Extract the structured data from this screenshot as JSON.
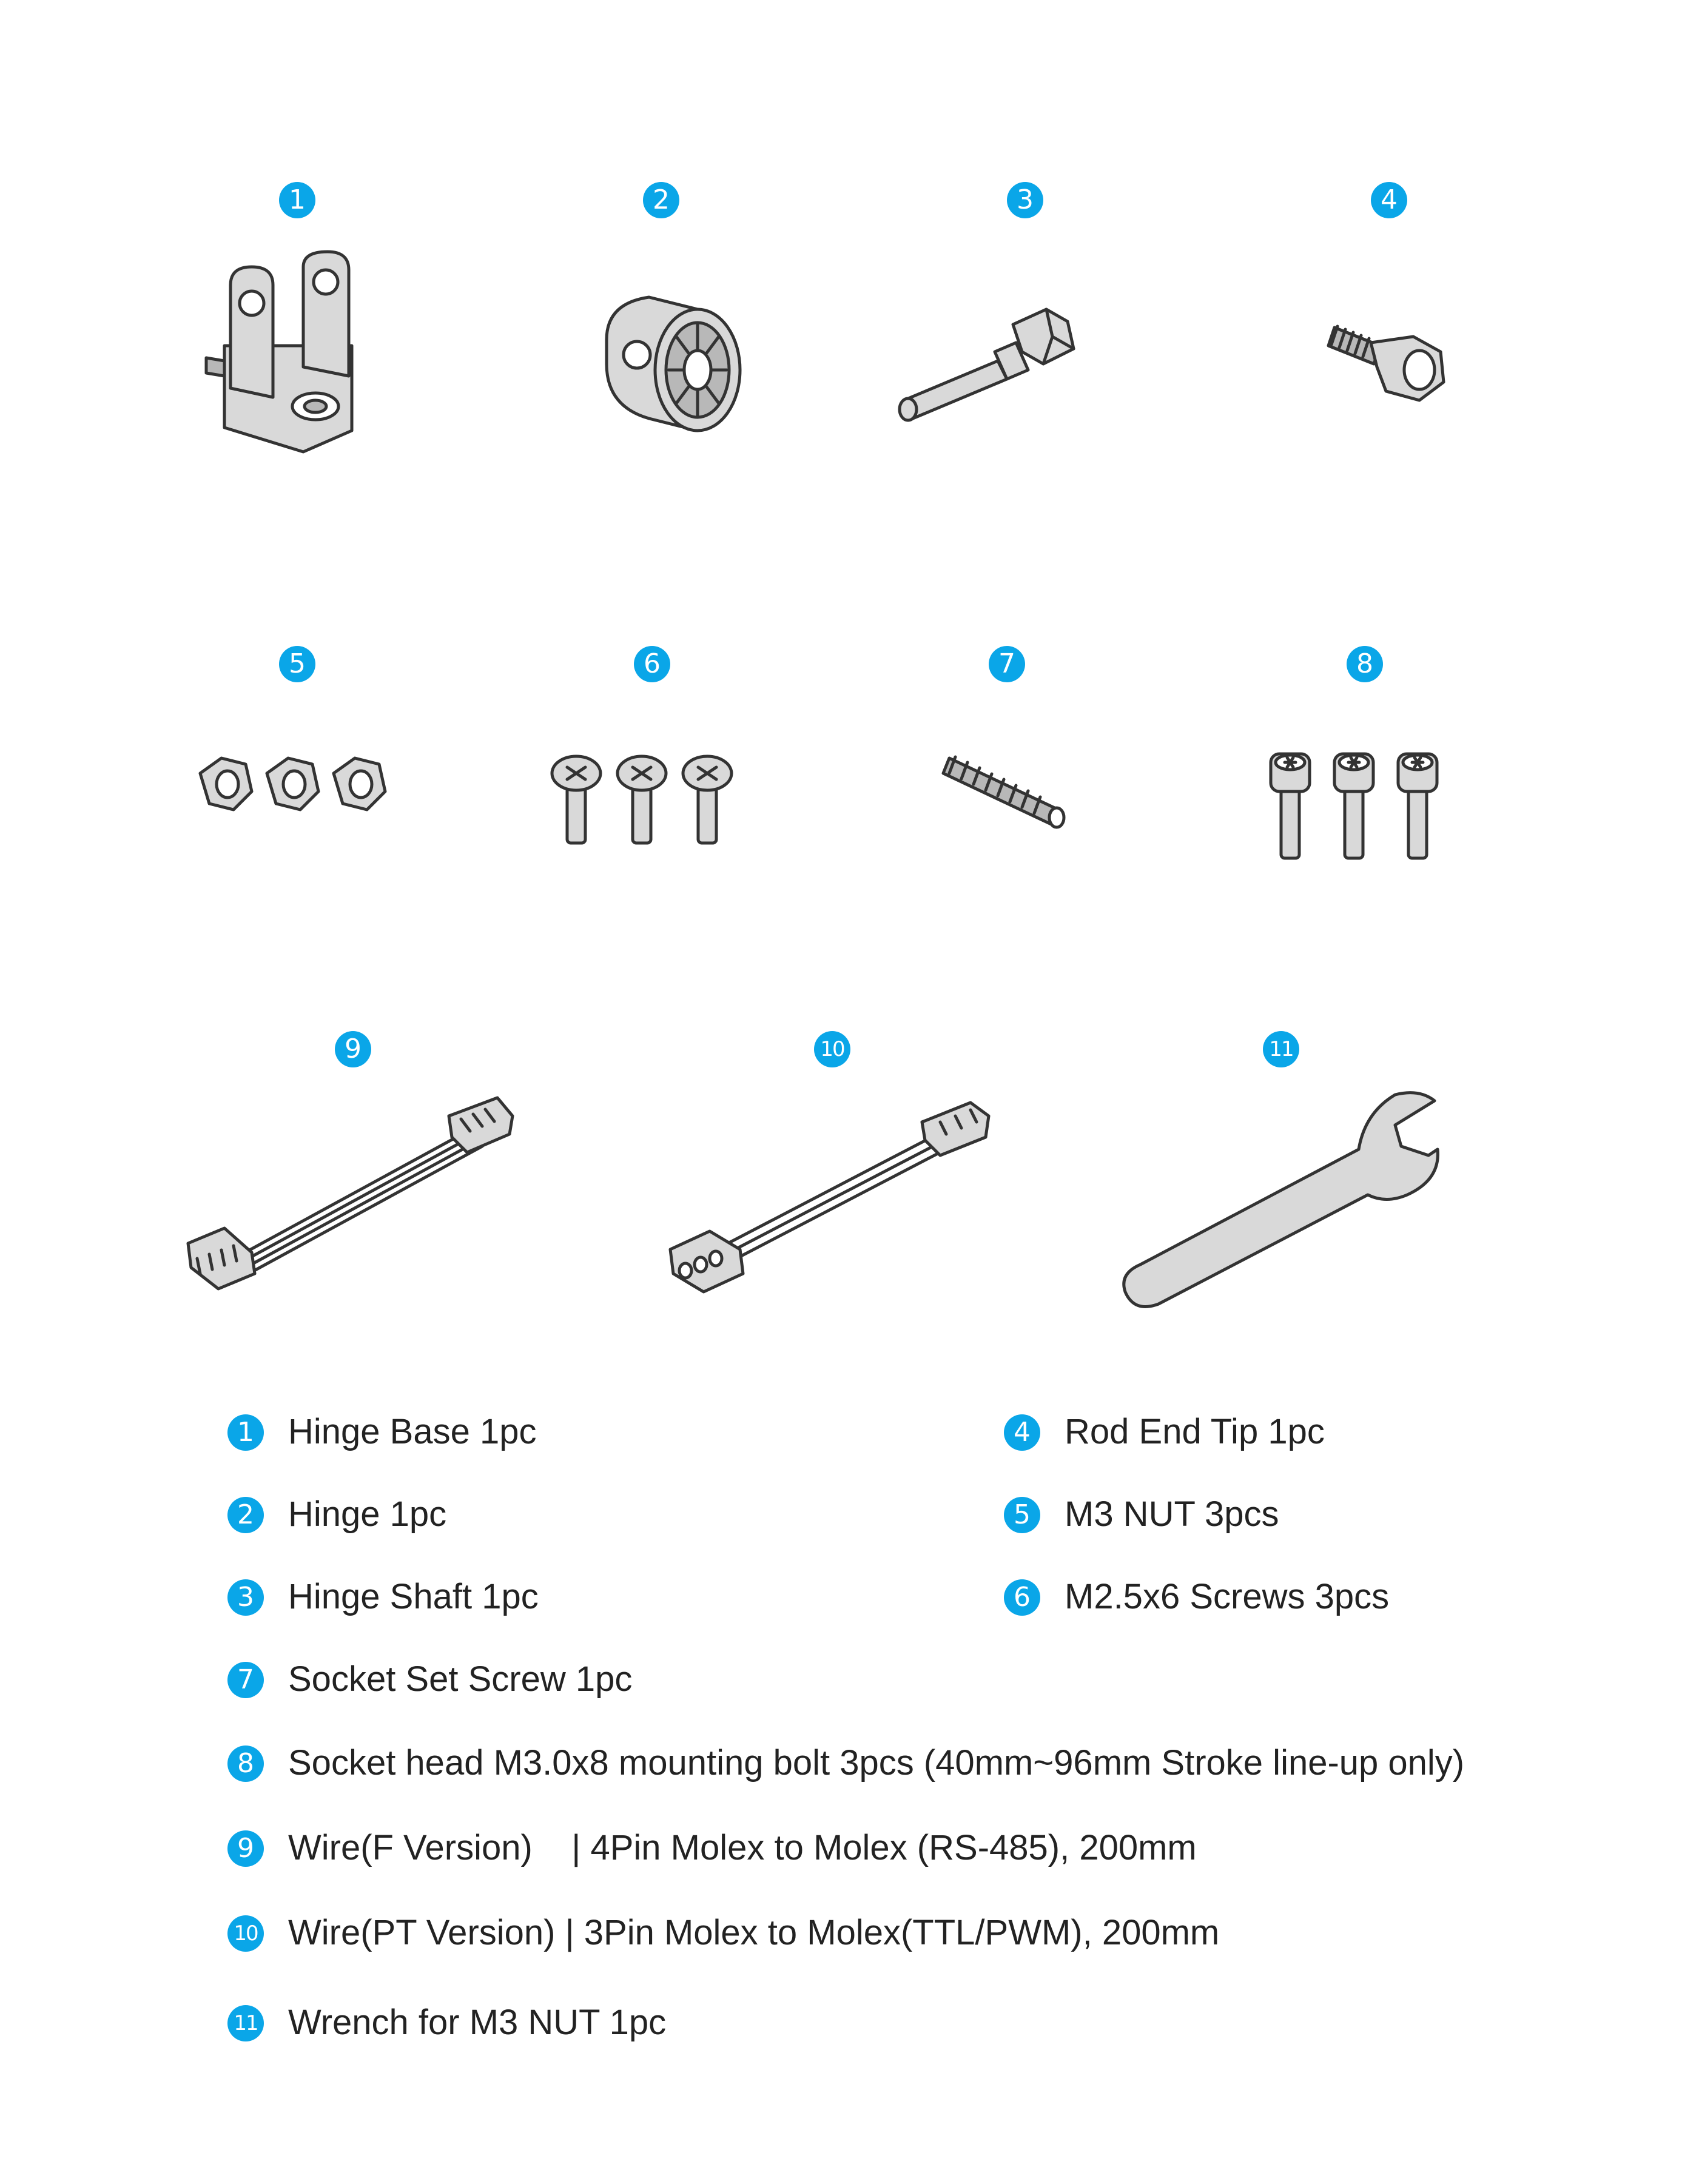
{
  "parts": [
    {
      "num": "1",
      "icon": "hinge-base-icon"
    },
    {
      "num": "2",
      "icon": "hinge-icon"
    },
    {
      "num": "3",
      "icon": "hinge-shaft-icon"
    },
    {
      "num": "4",
      "icon": "rod-end-tip-icon"
    },
    {
      "num": "5",
      "icon": "nut-icon"
    },
    {
      "num": "6",
      "icon": "phillips-screw-icon"
    },
    {
      "num": "7",
      "icon": "set-screw-icon"
    },
    {
      "num": "8",
      "icon": "socket-head-bolt-icon"
    },
    {
      "num": "9",
      "icon": "wire-4pin-icon"
    },
    {
      "num": "10",
      "icon": "wire-3pin-icon"
    },
    {
      "num": "11",
      "icon": "wrench-icon"
    }
  ],
  "legend": [
    {
      "num": "1",
      "text": "Hinge Base 1pc"
    },
    {
      "num": "2",
      "text": "Hinge 1pc"
    },
    {
      "num": "3",
      "text": "Hinge Shaft 1pc"
    },
    {
      "num": "4",
      "text": "Rod End Tip 1pc"
    },
    {
      "num": "5",
      "text": "M3 NUT 3pcs"
    },
    {
      "num": "6",
      "text": "M2.5x6 Screws 3pcs"
    },
    {
      "num": "7",
      "text": "Socket Set Screw 1pc"
    },
    {
      "num": "8",
      "text": "Socket head M3.0x8 mounting bolt 3pcs (40mm~96mm Stroke line-up only)"
    },
    {
      "num": "9",
      "text": "Wire(F Version)    | 4Pin Molex to Molex (RS-485), 200mm"
    },
    {
      "num": "10",
      "text": "Wire(PT Version) | 3Pin Molex to Molex(TTL/PWM), 200mm"
    },
    {
      "num": "11",
      "text": "Wrench for M3 NUT 1pc"
    }
  ],
  "colors": {
    "badge": "#0aa6e8",
    "part_fill": "#d9d9d9",
    "outline": "#333333"
  }
}
